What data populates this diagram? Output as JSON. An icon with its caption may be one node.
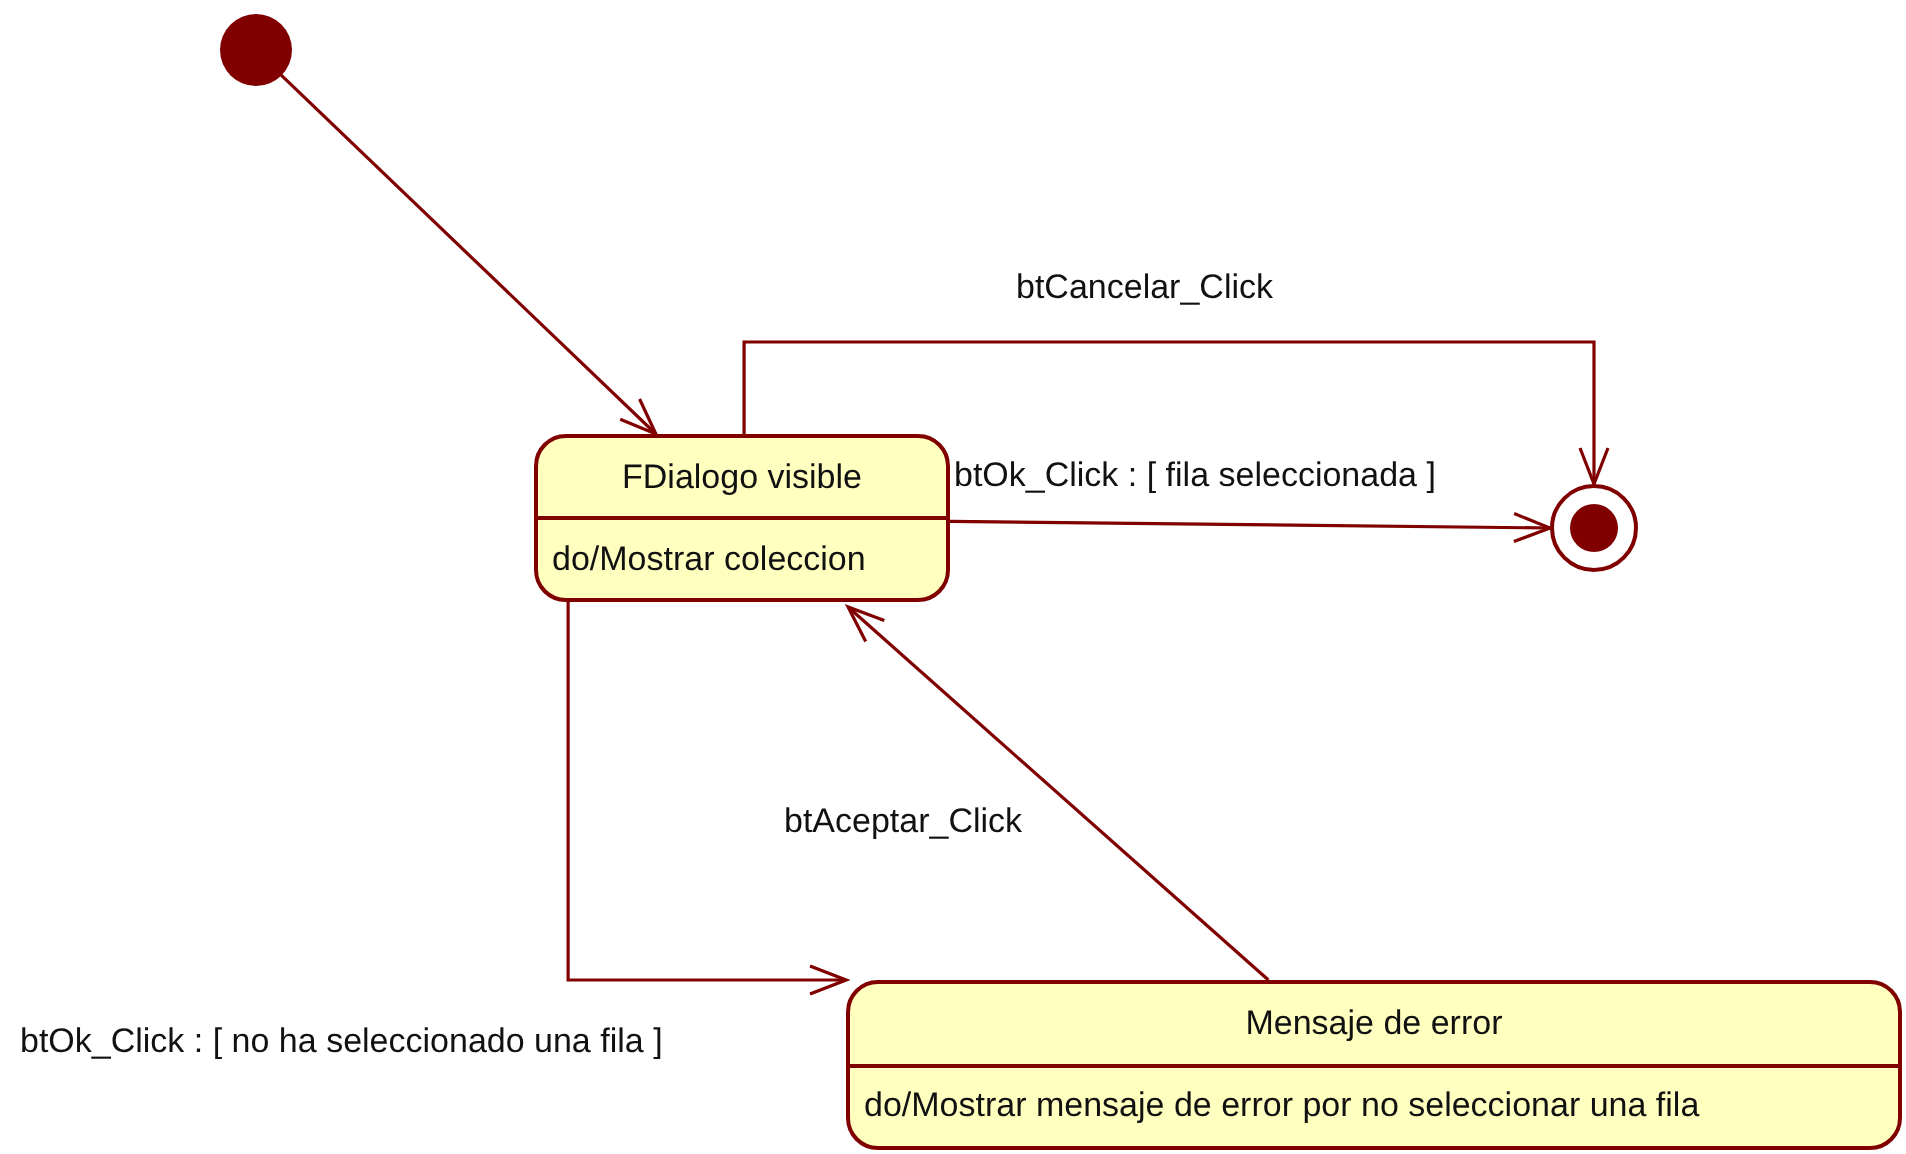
{
  "diagram": {
    "nodes": [
      {
        "text": [],
        "shape": "circle"
      },
      {
        "text": [
          "FDialogo visible",
          "do/Mostrar coleccion"
        ]
      },
      {
        "text": [],
        "shape": "bullseye"
      },
      {
        "text": [
          "Mensaje de error",
          "do/Mostrar mensaje de error por no seleccionar una fila"
        ]
      }
    ],
    "edges": [
      {
        "from": 0,
        "to": 1,
        "arrow": "to"
      },
      {
        "from": 1,
        "to": 2,
        "arrow": "to",
        "label": "btCancelar_Click"
      },
      {
        "from": 1,
        "to": 2,
        "arrow": "to",
        "label": "btOk_Click : [ fila seleccionada ]"
      },
      {
        "from": 1,
        "to": 3,
        "arrow": "to",
        "label": "btOk_Click : [ no ha seleccionado una fila ]"
      },
      {
        "from": 3,
        "to": 1,
        "arrow": "to",
        "label": "btAceptar_Click"
      }
    ]
  }
}
